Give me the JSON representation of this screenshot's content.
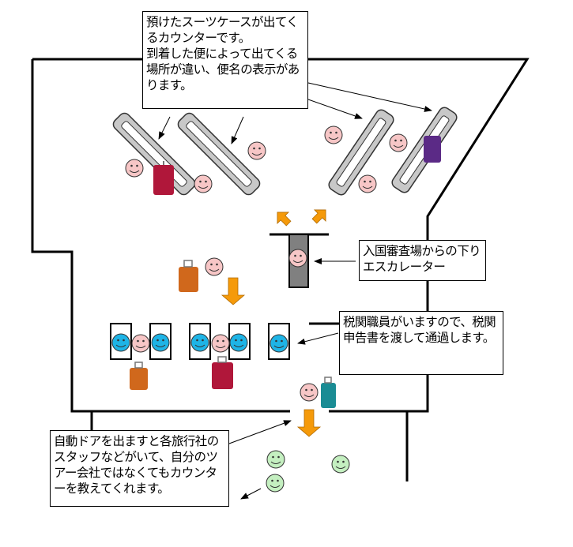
{
  "callouts": {
    "baggage_claim": "預けたスーツケースが出てくるカウンターです。\n到着した便によって出てくる場所が違い、便名の表示があります。",
    "escalator": "入国審査場からの下りエスカレーター",
    "customs": "税関職員がいますので、税関申告書を渡して通過します。",
    "exit": "自動ドアを出ますと各旅行社のスタッフなどがいて、自分のツアー会社ではなくてもカウンターを教えてくれます。"
  },
  "colors": {
    "traveler_face": "#f7c6c6",
    "customs_officer_face": "#1eb4e6",
    "tour_staff_face": "#c4efc0",
    "arrow": "#f59a0a",
    "carousel": "#c8c8c8",
    "escalator": "#808080"
  }
}
